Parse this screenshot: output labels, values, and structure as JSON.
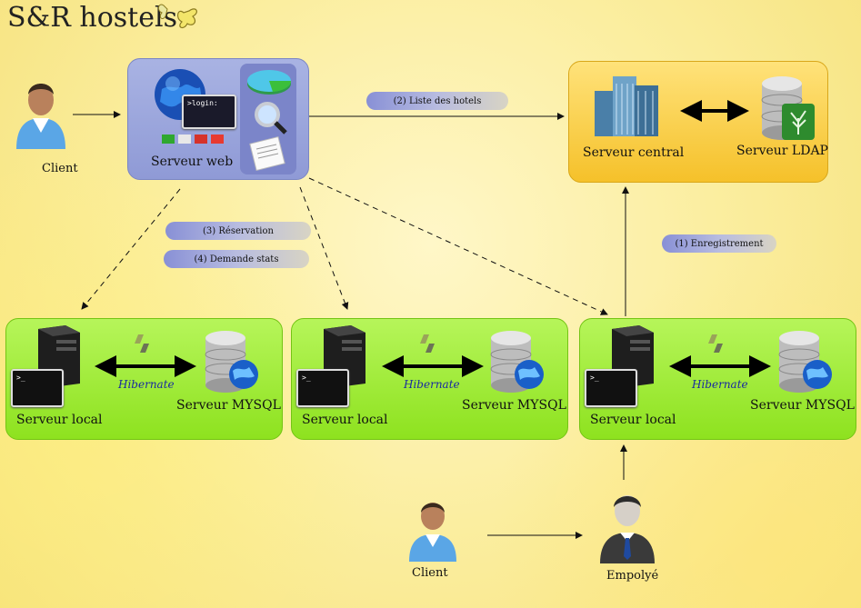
{
  "title": "S&R hostels",
  "nodes": {
    "client_top": "Client",
    "web_server": "Serveur web",
    "central_server": "Serveur central",
    "ldap_server": "Serveur LDAP",
    "local_server": "Serveur local",
    "mysql_server": "Serveur MYSQL",
    "hibernate": "Hibernate",
    "client_bottom": "Client",
    "employee": "Empolyé",
    "terminal_prompt": ">login:",
    "shell_prompt": ">_"
  },
  "labels": {
    "list_hotels": "(2) Liste des hotels",
    "reservation": "(3) Réservation",
    "stats_request": "(4) Demande stats",
    "registration": "(1) Enregistrement"
  },
  "colors": {
    "web_box": "#a9b3e3",
    "central_box": "#f5c12a",
    "local_box": "#8ee21f"
  }
}
